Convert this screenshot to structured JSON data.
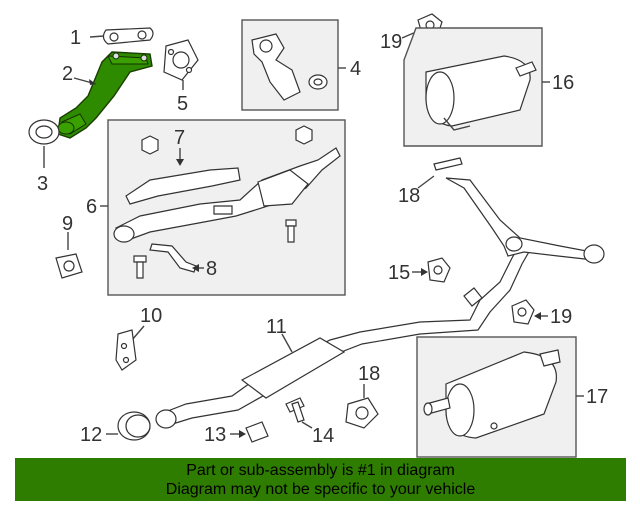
{
  "diagram": {
    "callouts": [
      "1",
      "2",
      "3",
      "4",
      "5",
      "6",
      "7",
      "8",
      "9",
      "10",
      "11",
      "12",
      "13",
      "14",
      "15",
      "16",
      "17",
      "18",
      "18",
      "19",
      "19"
    ],
    "highlight_color": "#2e8b00"
  },
  "banner": {
    "line1": "Part or sub-assembly is #1 in diagram",
    "line2": "Diagram may not be specific to your vehicle",
    "background": "#2e7d00"
  }
}
